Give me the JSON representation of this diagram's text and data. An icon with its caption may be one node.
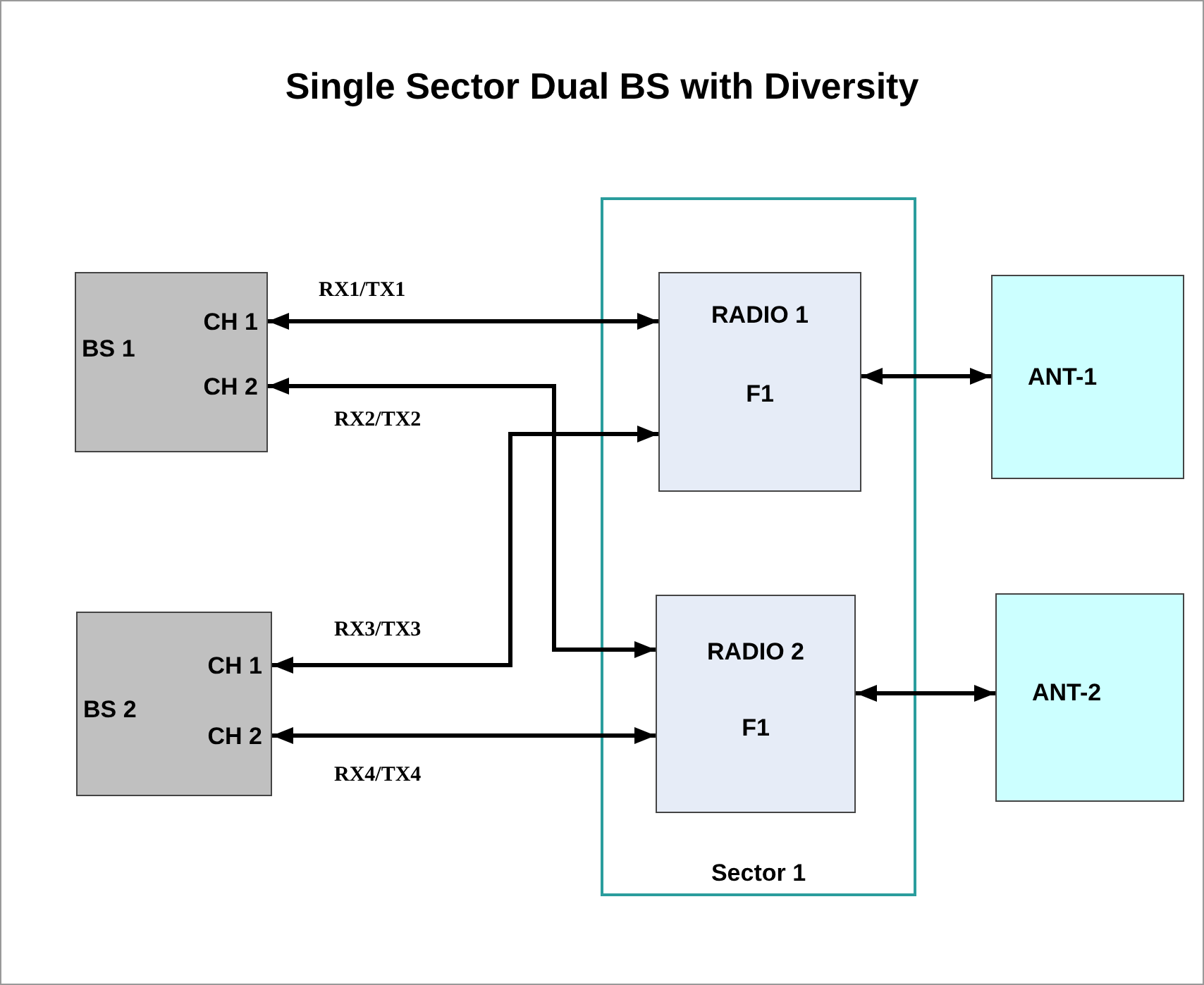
{
  "diagram": {
    "title": "Single Sector Dual BS with Diversity",
    "nodes": [
      {
        "text": [
          "BS 1",
          "CH 1",
          "CH 2"
        ]
      },
      {
        "text": [
          "BS 2",
          "CH 1",
          "CH 2"
        ]
      },
      {
        "text": [
          "Sector 1"
        ]
      },
      {
        "text": [
          "RADIO 1",
          "F1"
        ],
        "in": 2
      },
      {
        "text": [
          "RADIO 2",
          "F1"
        ],
        "in": 2
      },
      {
        "text": [
          "ANT-1"
        ]
      },
      {
        "text": [
          "ANT-2"
        ]
      }
    ],
    "edges": [
      {
        "from": 0,
        "to": 3,
        "arrow": "both",
        "label": "RX1/TX1"
      },
      {
        "from": 0,
        "to": 4,
        "arrow": "both",
        "label": "RX2/TX2"
      },
      {
        "from": 1,
        "to": 3,
        "arrow": "both",
        "label": "RX3/TX3"
      },
      {
        "from": 1,
        "to": 4,
        "arrow": "both",
        "label": "RX4/TX4"
      },
      {
        "from": 3,
        "to": 5,
        "arrow": "both"
      },
      {
        "from": 4,
        "to": 6,
        "arrow": "both"
      }
    ]
  }
}
